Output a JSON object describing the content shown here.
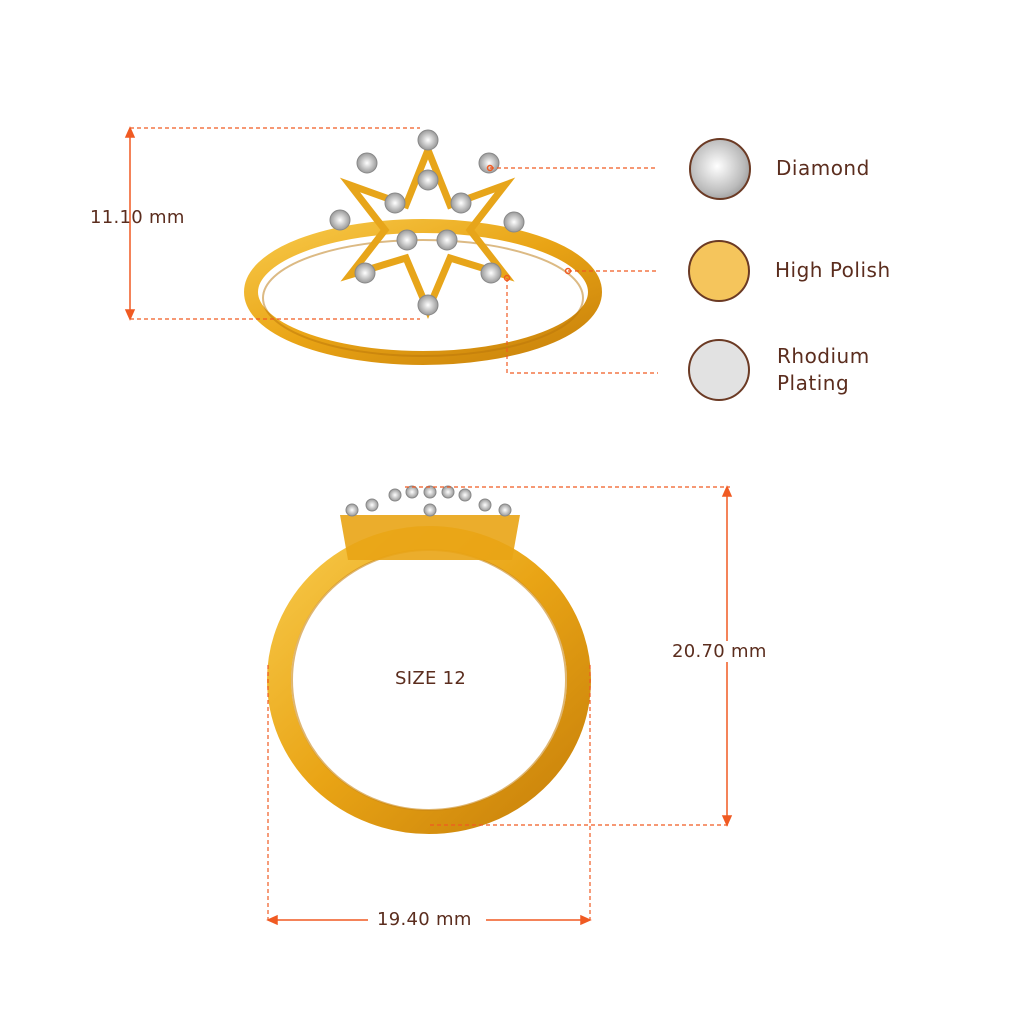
{
  "top_view": {
    "height_label": "11.10 mm"
  },
  "front_view": {
    "size_label": "SIZE 12",
    "height_label": "20.70 mm",
    "width_label": "19.40 mm"
  },
  "legend": [
    {
      "label": "Diamond",
      "color": "#d9d9d9"
    },
    {
      "label": "High Polish",
      "color": "#f5c55c"
    },
    {
      "label": "Rhodium Plating",
      "label_line1": "Rhodium",
      "label_line2": "Plating",
      "color": "#e2e2e2"
    }
  ],
  "colors": {
    "dimension": "#f05a22",
    "gold": "#f0b020",
    "text": "#5b2d1e"
  }
}
